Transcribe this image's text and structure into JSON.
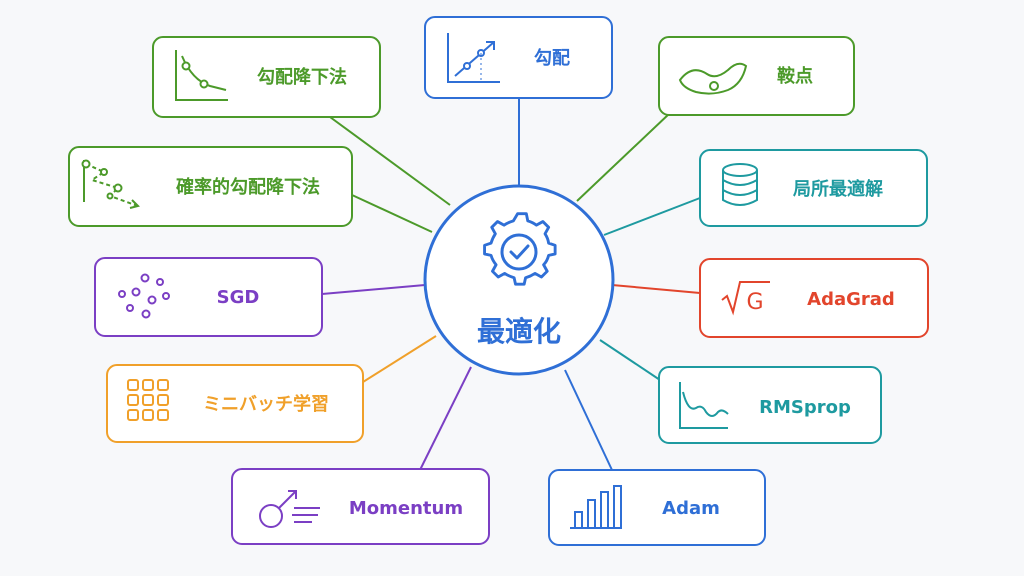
{
  "center": {
    "label": "最適化",
    "color": "#2f6fd6",
    "icon": "gear-check-icon"
  },
  "nodes": [
    {
      "id": "gradient-descent",
      "label": "勾配降下法",
      "color": "#4c9a2a",
      "icon": "descent-curve-icon"
    },
    {
      "id": "gradient",
      "label": "勾配",
      "color": "#2f6fd6",
      "icon": "gradient-arrow-icon"
    },
    {
      "id": "saddle-point",
      "label": "鞍点",
      "color": "#4c9a2a",
      "icon": "saddle-surface-icon"
    },
    {
      "id": "stochastic-gradient-descent",
      "label": "確率的勾配降下法",
      "color": "#4c9a2a",
      "icon": "stochastic-path-icon"
    },
    {
      "id": "local-optimum",
      "label": "局所最適解",
      "color": "#1e9aa0",
      "icon": "database-icon"
    },
    {
      "id": "sgd",
      "label": "SGD",
      "color": "#7b3fc4",
      "icon": "scatter-dots-icon"
    },
    {
      "id": "adagrad",
      "label": "AdaGrad",
      "color": "#e2452c",
      "icon": "sqrt-g-icon"
    },
    {
      "id": "minibatch",
      "label": "ミニバッチ学習",
      "color": "#f0a02a",
      "icon": "grid-batch-icon"
    },
    {
      "id": "rmsprop",
      "label": "RMSprop",
      "color": "#1e9aa0",
      "icon": "wave-chart-icon"
    },
    {
      "id": "momentum",
      "label": "Momentum",
      "color": "#7b3fc4",
      "icon": "moving-ball-icon"
    },
    {
      "id": "adam",
      "label": "Adam",
      "color": "#2f6fd6",
      "icon": "bar-chart-icon"
    }
  ]
}
